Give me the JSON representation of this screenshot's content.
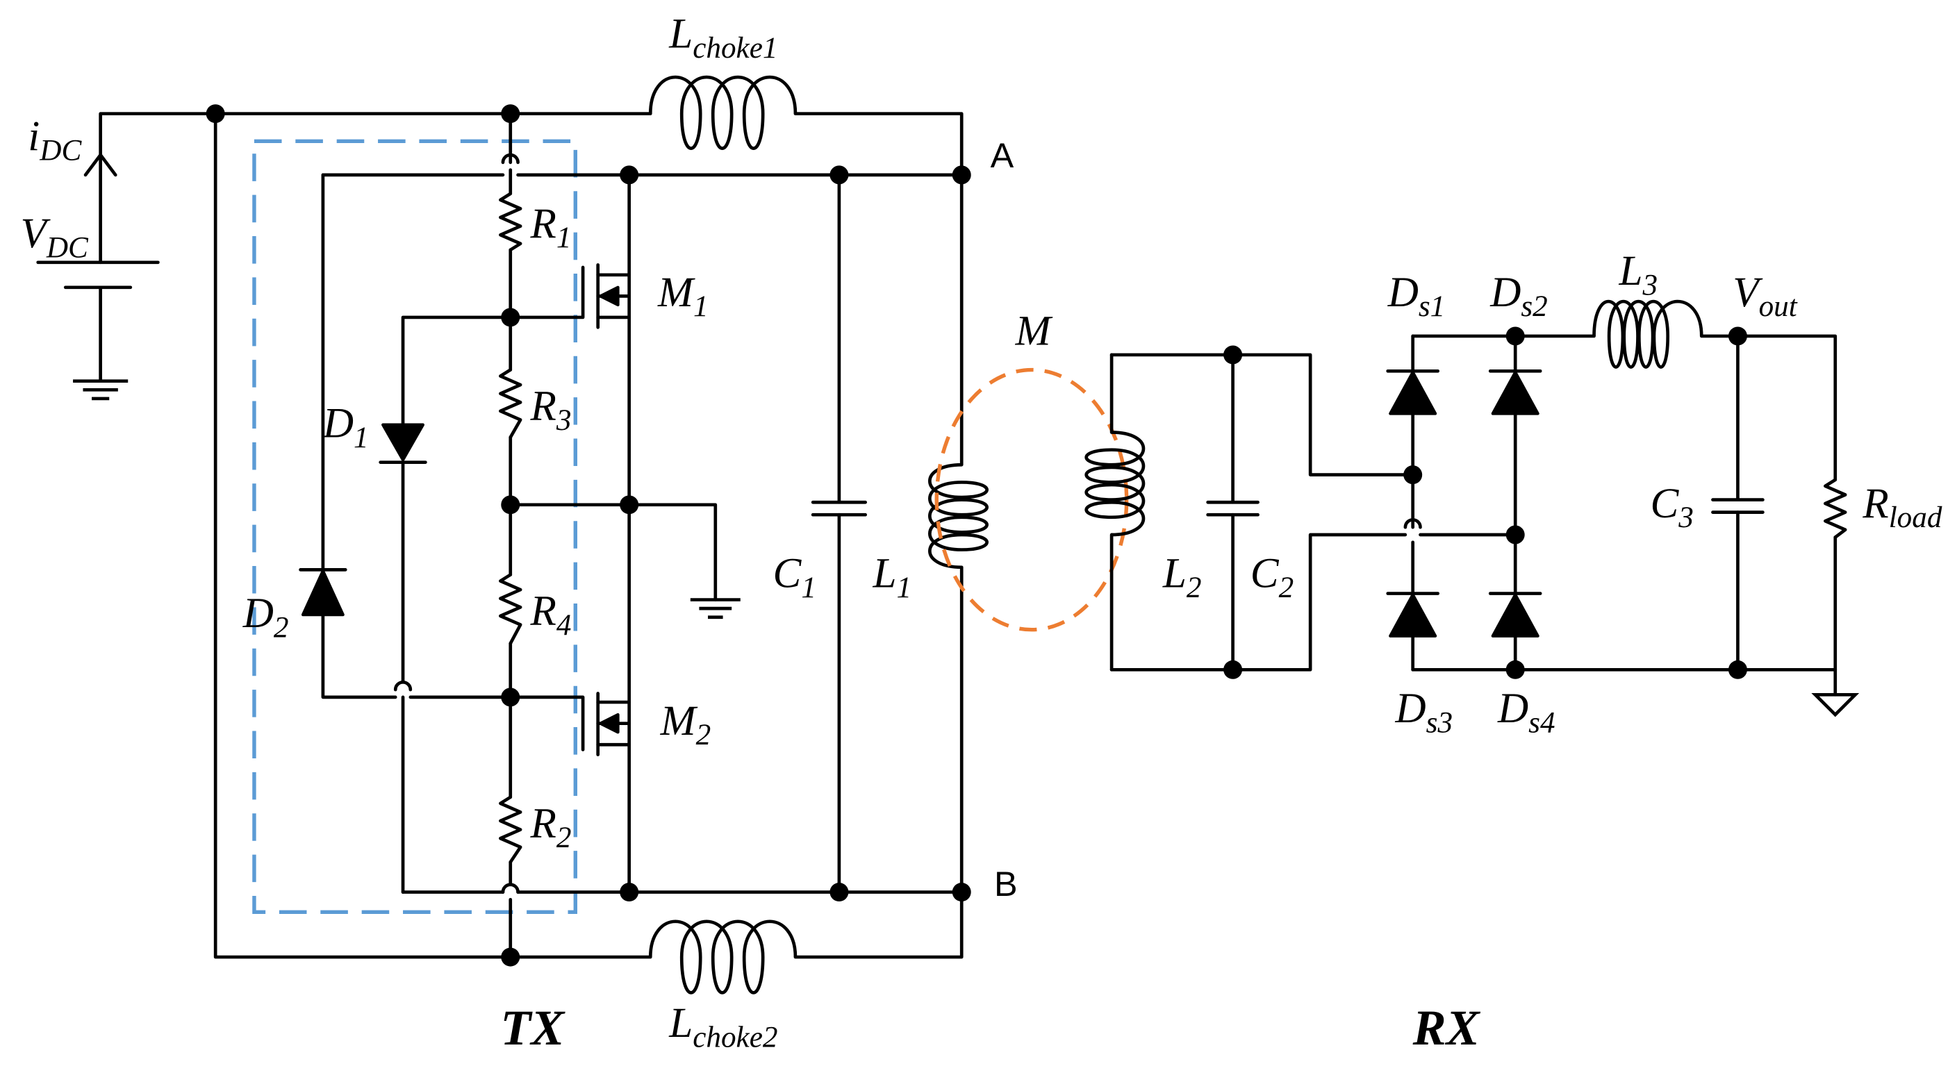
{
  "colors": {
    "wire": "#000000",
    "driver_box": "#5b9bd5",
    "coupling": "#ed7d31"
  },
  "labels": {
    "idc": "i",
    "idc_sub": "DC",
    "vdc": "V",
    "vdc_sub": "DC",
    "lchoke1": "L",
    "lchoke1_sub": "choke1",
    "lchoke2": "L",
    "lchoke2_sub": "choke2",
    "r1": "R",
    "r1_sub": "1",
    "r2": "R",
    "r2_sub": "2",
    "r3": "R",
    "r3_sub": "3",
    "r4": "R",
    "r4_sub": "4",
    "m1": "M",
    "m1_sub": "1",
    "m2": "M",
    "m2_sub": "2",
    "d1": "D",
    "d1_sub": "1",
    "d2": "D",
    "d2_sub": "2",
    "c1": "C",
    "c1_sub": "1",
    "l1": "L",
    "l1_sub": "1",
    "mutual": "M",
    "l2": "L",
    "l2_sub": "2",
    "c2": "C",
    "c2_sub": "2",
    "ds1": "D",
    "ds1_sub": "s1",
    "ds2": "D",
    "ds2_sub": "s2",
    "ds3": "D",
    "ds3_sub": "s3",
    "ds4": "D",
    "ds4_sub": "s4",
    "l3": "L",
    "l3_sub": "3",
    "vout": "V",
    "vout_sub": "out",
    "c3": "C",
    "c3_sub": "3",
    "rload": "R",
    "rload_sub": "load",
    "node_a": "A",
    "node_b": "B",
    "tx": "TX",
    "rx": "RX"
  },
  "icons": [
    "ground-icon",
    "inductor-icon",
    "resistor-icon",
    "capacitor-icon",
    "diode-icon",
    "mosfet-icon",
    "current-arrow-icon"
  ]
}
